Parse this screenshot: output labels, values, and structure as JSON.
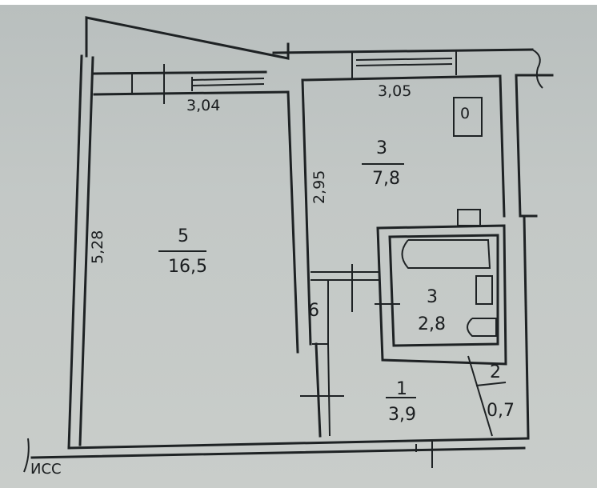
{
  "plan": {
    "dimensions": {
      "room5_width": "3,04",
      "kitchen_width": "3,05",
      "room5_length": "5,28",
      "kitchen_length": "2,95"
    },
    "rooms": [
      {
        "number": "5",
        "area": "16,5"
      },
      {
        "number": "3",
        "area": "7,8"
      },
      {
        "number": "3",
        "area": "2,8"
      },
      {
        "number": "1",
        "area": "3,9"
      },
      {
        "number": "2",
        "area": "0,7"
      }
    ],
    "closet_label": "6",
    "corner_text": "ИСС"
  }
}
